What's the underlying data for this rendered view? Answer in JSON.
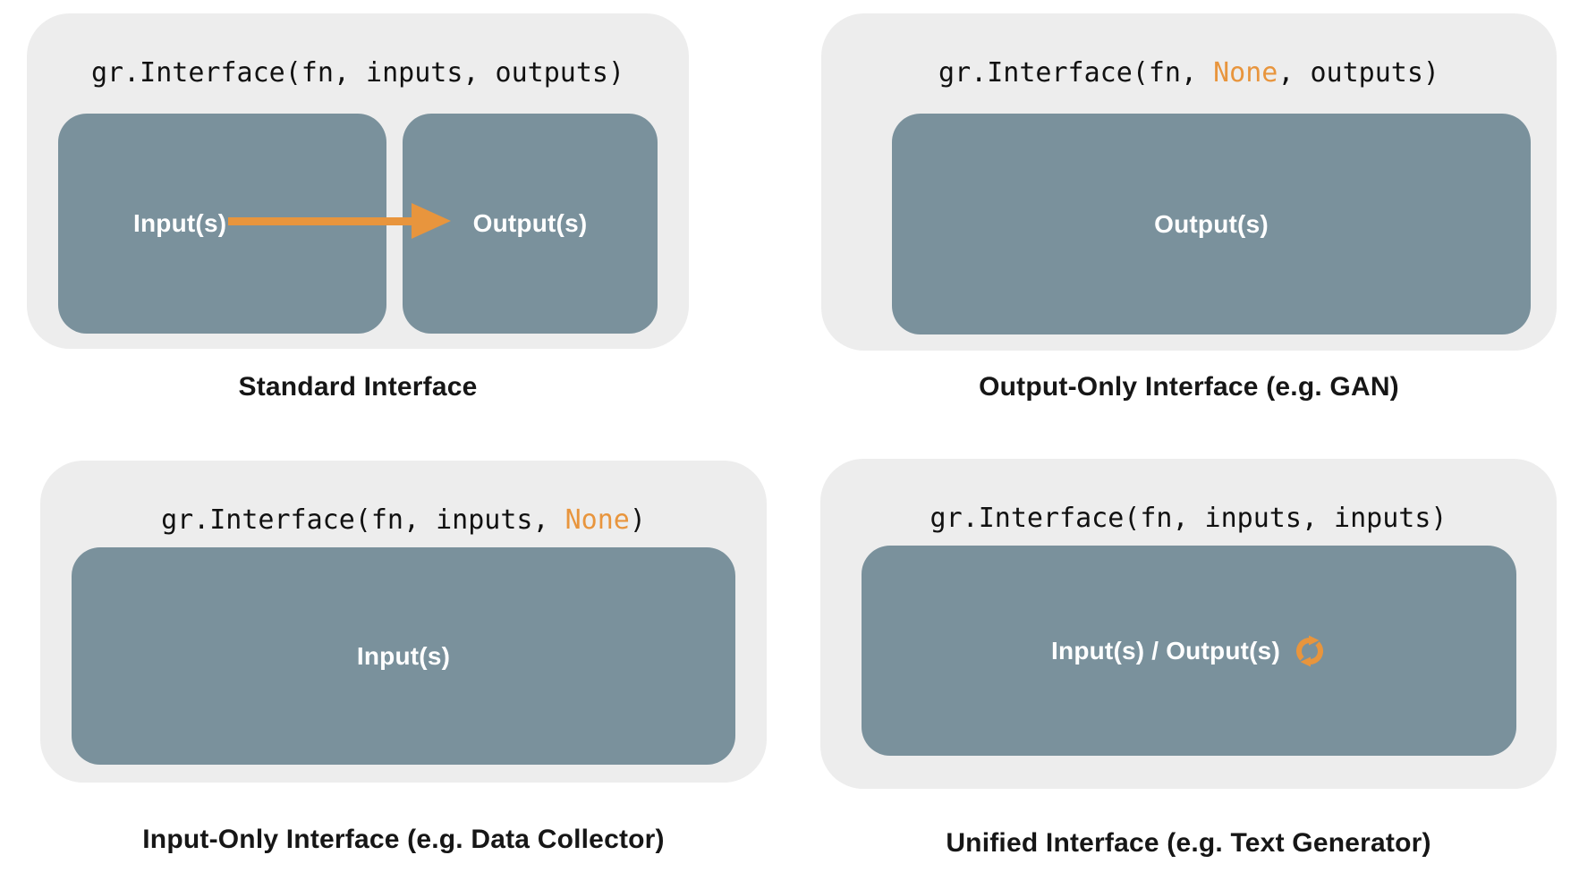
{
  "colors": {
    "background": "#ffffff",
    "panel": "#ededed",
    "box": "#7a919c",
    "accent_orange": "#e8953d",
    "text_dark": "#161616",
    "box_label": "#ffffff"
  },
  "panels": {
    "standard": {
      "code_before": "gr.Interface(fn, inputs, outputs)",
      "code_highlight": "",
      "code_after": "",
      "input_label": "Input(s)",
      "output_label": "Output(s)",
      "arrow_icon": "arrow-right-icon",
      "caption": "Standard Interface"
    },
    "output_only": {
      "code_before": "gr.Interface(fn, ",
      "code_highlight": "None",
      "code_after": ", outputs)",
      "box_label": "Output(s)",
      "caption": "Output-Only Interface (e.g. GAN)"
    },
    "input_only": {
      "code_before": "gr.Interface(fn, inputs, ",
      "code_highlight": "None",
      "code_after": ")",
      "box_label": "Input(s)",
      "caption": "Input-Only Interface (e.g. Data Collector)"
    },
    "unified": {
      "code_before": "gr.Interface(fn, inputs, inputs)",
      "code_highlight": "",
      "code_after": "",
      "box_label": "Input(s) / Output(s)",
      "box_icon": "cycle-arrows-icon",
      "caption": "Unified Interface (e.g. Text Generator)"
    }
  }
}
